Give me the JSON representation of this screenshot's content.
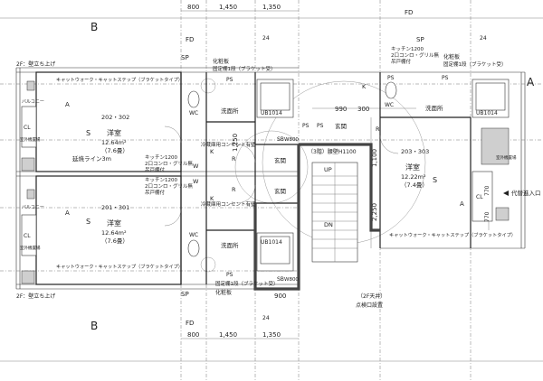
{
  "grid": {
    "row_b_left": "B",
    "row_b_right": "B",
    "row_a": "A",
    "fd": "FD",
    "sp": "SP",
    "num_24": "24",
    "dim_800": "800",
    "dim_1450": "1,450",
    "dim_1350": "1,350",
    "dim_900": "900",
    "dim_990": "990",
    "dim_300": "300",
    "dim_1250": "1,250",
    "dim_1100": "1,100",
    "dim_2250": "2,250",
    "dim_770": "770"
  },
  "notes": {
    "wall_upright_top": "2F：壁立ち上げ",
    "wall_upright_bottom": "2F：壁立ち上げ",
    "catwalk_upper": "キャットウォーク・キャットステップ（ブラケットタイプ）",
    "catwalk_lower": "キャットウォーク・キャットステップ（ブラケットタイプ）",
    "catwalk_right": "キャットウォーク・キャットステップ（ブラケットタイプ）",
    "extension_line": "延焼ライン3m",
    "stair_wall": "（3階）腰壁H1100",
    "ceiling_note": "（2F天井）",
    "inspection": "点検口設置",
    "replacement_route": "代替進入口"
  },
  "units": {
    "top_room_no": "202・302",
    "bottom_room_no": "201・301",
    "right_room_no": "203・303",
    "room_name": "洋室",
    "top_area_m2": "12.64m²",
    "top_area_jo": "（7.6畳）",
    "bottom_area_m2": "12.64m²",
    "bottom_area_jo": "（7.6畳）",
    "right_area_m2": "12.22m²",
    "right_area_jo": "（7.4畳）"
  },
  "fixtures": {
    "kitchen_1200": "キッチン1200",
    "stove_2": "2口コンロ・グリル無",
    "hanging_shelf": "吊戸棚付",
    "fridge": "冷蔵庫用コンセント有壁",
    "vanity": "化粧板",
    "fixed_shelf": "固定棚1段（ブラケット受）",
    "washroom": "洗面所",
    "entrance": "玄関",
    "unit_bath": "UB1014",
    "shoe_box": "SB",
    "shoe_box_w": "W800",
    "wc": "WC",
    "ps": "PS",
    "cl": "CL",
    "balcony": "バルコニー",
    "outdoor_unit": "室外機置場",
    "outdoor_unit2": "室外機置場",
    "up": "UP",
    "dn": "DN",
    "mark_s": "S",
    "mark_a": "A",
    "mark_k": "K",
    "mark_r": "R",
    "mark_w": "W"
  }
}
